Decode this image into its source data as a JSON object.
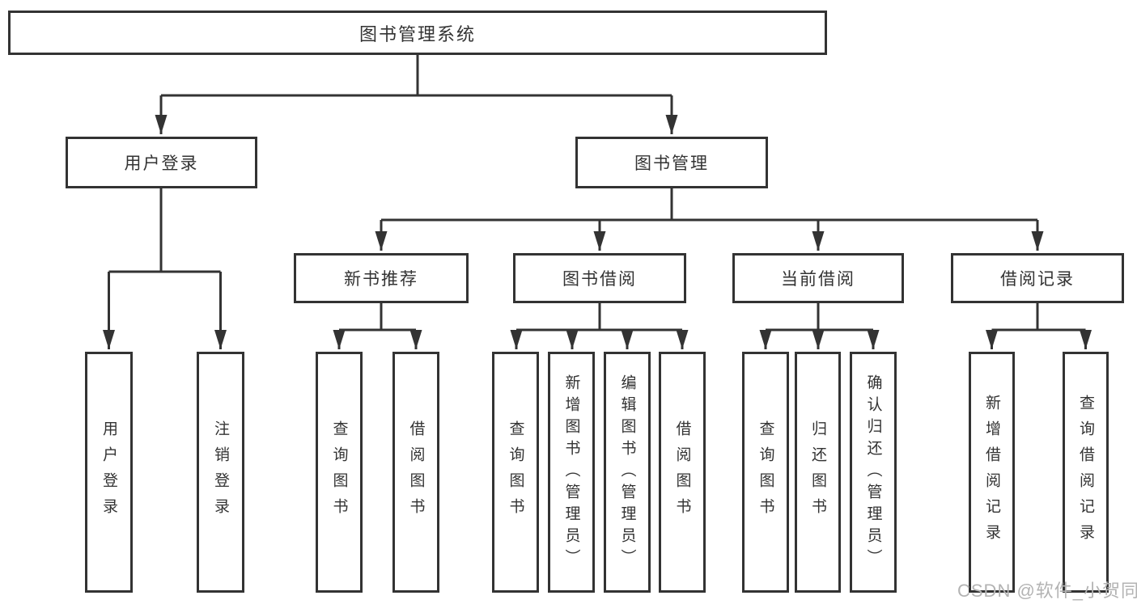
{
  "tree": {
    "root": "图书管理系统",
    "branches": [
      {
        "label": "用户登录",
        "children": [
          "用户登录",
          "注销登录"
        ]
      },
      {
        "label": "图书管理",
        "groups": [
          {
            "label": "新书推荐",
            "children": [
              "查询图书",
              "借阅图书"
            ]
          },
          {
            "label": "图书借阅",
            "children": [
              "查询图书",
              "新增图书（管理员）",
              "编辑图书（管理员）",
              "借阅图书"
            ]
          },
          {
            "label": "当前借阅",
            "children": [
              "查询图书",
              "归还图书",
              "确认归还（管理员）"
            ]
          },
          {
            "label": "借阅记录",
            "children": [
              "新增借阅记录",
              "查询借阅记录"
            ]
          }
        ]
      }
    ]
  },
  "watermark": {
    "text": "CSDN @软件_小贺同学"
  },
  "colors": {
    "line": "#333333",
    "text": "#333333",
    "box_fill": "#ffffff",
    "watermark": "#b3b3b3",
    "background": "#ffffff"
  }
}
